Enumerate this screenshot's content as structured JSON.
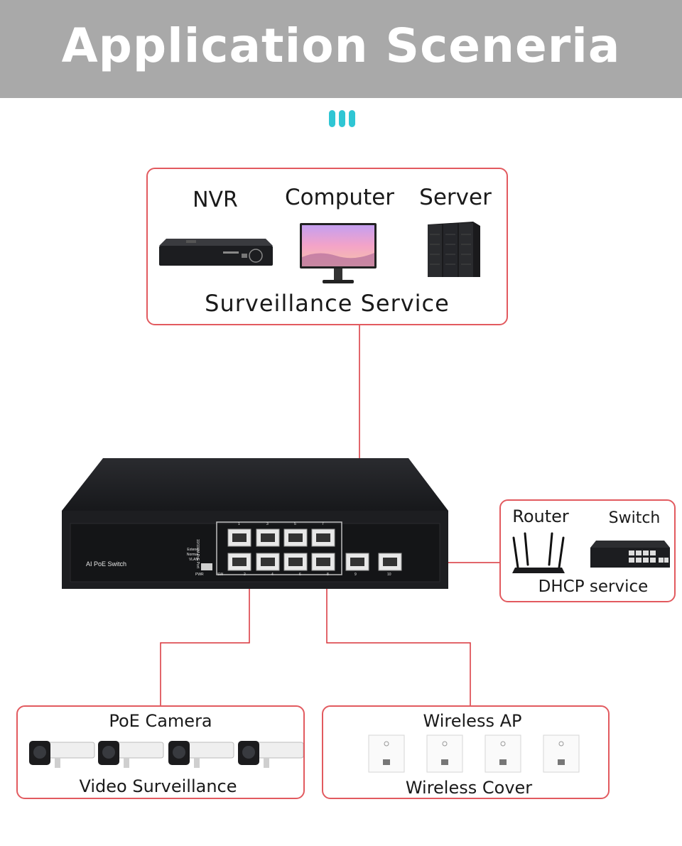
{
  "header": {
    "title": "Application Sceneria"
  },
  "top_group": {
    "nvr_label": "NVR",
    "computer_label": "Computer",
    "server_label": "Server",
    "service_label": "Surveillance Service"
  },
  "right_group": {
    "router_label": "Router",
    "switch_label": "Switch",
    "service_label": "DHCP service"
  },
  "bottom_left_group": {
    "title": "PoE Camera",
    "service_label": "Video Surveillance"
  },
  "bottom_right_group": {
    "title": "Wireless AP",
    "service_label": "Wireless Cover"
  },
  "poe_switch": {
    "brand_label": "AI PoE Switch",
    "mode_labels": [
      "Extend",
      "Normal",
      "VLAN"
    ],
    "pwr_label": "PWR",
    "sw_label": "SW",
    "port_top_numbers": [
      "1",
      "3",
      "5",
      "7"
    ],
    "port_bottom_numbers": [
      "2",
      "4",
      "6",
      "8"
    ],
    "uplink_labels": [
      "9",
      "10"
    ],
    "speed_label": "10/100M PoE Port"
  },
  "colors": {
    "banner": "#a9a9a9",
    "accent_line": "#e25a5f",
    "wire": "#d9343a",
    "dots": "#2fc6d4",
    "switch_body": "#1d1e21"
  }
}
